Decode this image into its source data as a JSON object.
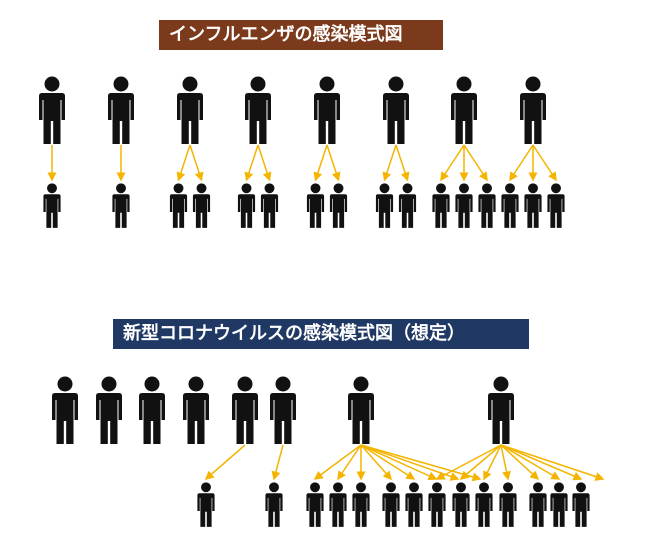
{
  "influenza": {
    "title": "インフルエンザの感染模式図",
    "title_color": "#7b3a1c",
    "spreaders": [
      1,
      1,
      2,
      2,
      2,
      2,
      3,
      3
    ]
  },
  "covid": {
    "title": "新型コロナウイルスの感染模式図（想定）",
    "title_color": "#1f3864",
    "spreaders": [
      0,
      0,
      0,
      0,
      1,
      1,
      8,
      8
    ]
  },
  "colors": {
    "person": "#111111",
    "arrow": "#f4b400"
  }
}
